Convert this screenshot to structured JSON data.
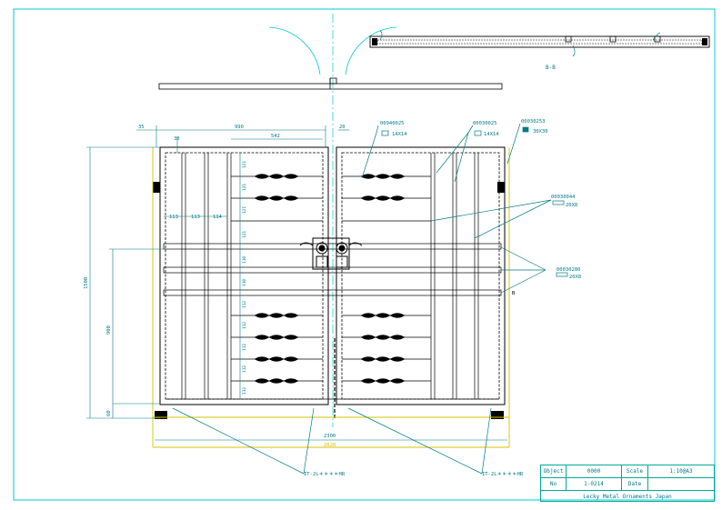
{
  "section_label": "B-B",
  "dimensions": {
    "overall_width": "2300",
    "overall_outer_width": "2020",
    "height_total": "1500",
    "height_mid": "900",
    "height_base": "60",
    "leaf_width": "990",
    "inner_width": "542",
    "left_margin": "35",
    "center_gap": "20",
    "stile_width": "30",
    "bay_widths": [
      "113",
      "113",
      "114"
    ],
    "rail_spacings": [
      "121",
      "121",
      "121",
      "121",
      "110",
      "110",
      "112",
      "112",
      "112",
      "112",
      "112"
    ]
  },
  "callouts": [
    {
      "part_no": "00940025",
      "size": "14X14"
    },
    {
      "part_no": "00030025",
      "size": "14X14"
    },
    {
      "part_no": "00030253",
      "size": "30X30"
    },
    {
      "part_no": "00030044",
      "size": "20X8"
    },
    {
      "part_no": "00030280",
      "size": "20X8"
    }
  ],
  "bottom_labels": [
    "IT-2L＊＊＊＊HR",
    "IT-2L＊＊＊＊HR"
  ],
  "marker_b": "B",
  "title_block": {
    "object_label": "Object",
    "object_value": "0000",
    "scale_label": "Scale",
    "scale_value": "1:10@A3",
    "no_label": "No",
    "no_value": "1-0214",
    "date_label": "Date",
    "date_value": "",
    "company": "Lecky Metal Ornaments Japan"
  },
  "colors": {
    "border": "#00c8d0",
    "line": "#000000",
    "dimension": "#007a88",
    "yellow": "#d8c000",
    "title_text": "#00788a"
  }
}
